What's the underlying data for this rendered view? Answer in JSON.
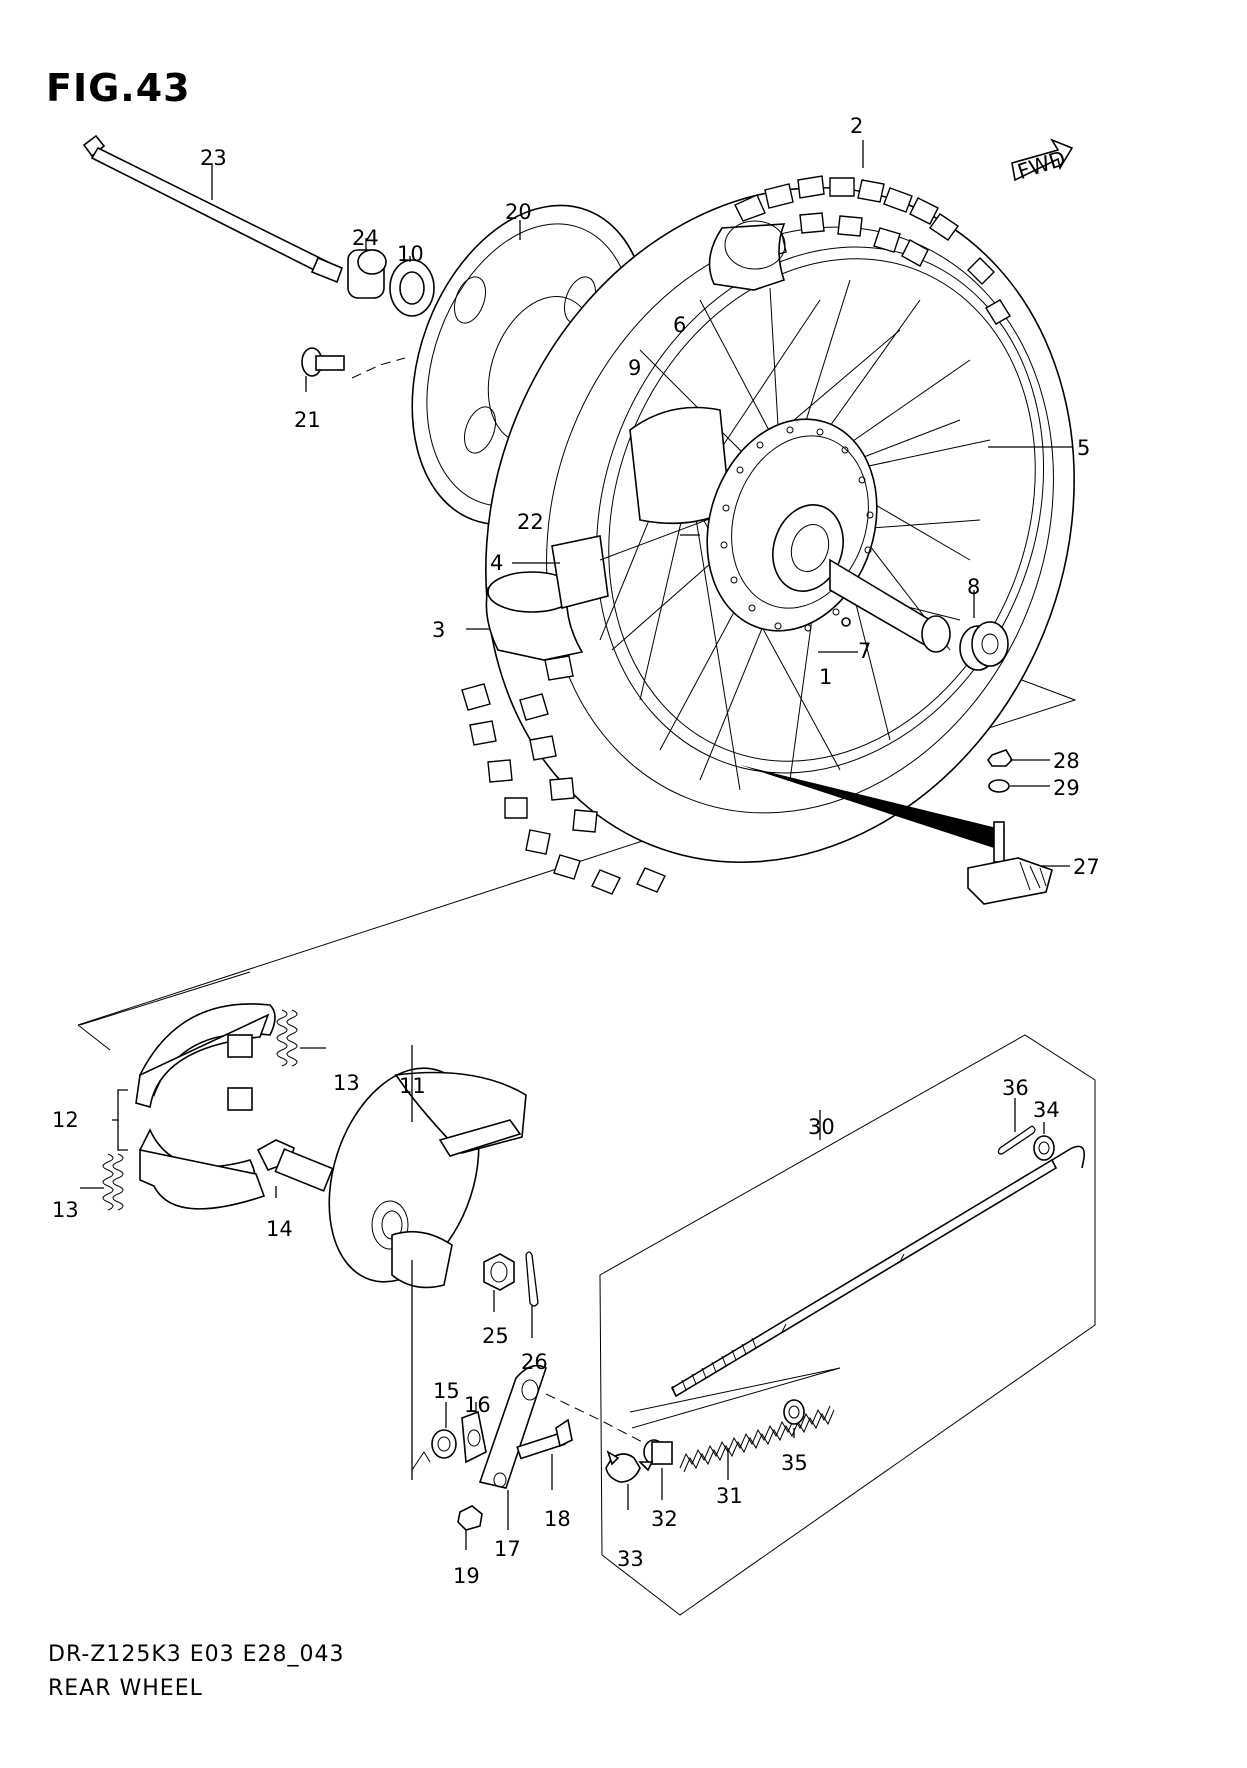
{
  "figure": {
    "title": "FIG.43",
    "footer_code": "DR-Z125K3 E03 E28_043",
    "footer_name": "REAR WHEEL",
    "direction_tag": "FWD"
  },
  "callouts": {
    "1": "1",
    "2": "2",
    "3": "3",
    "4": "4",
    "5": "5",
    "6": "6",
    "7": "7",
    "8": "8",
    "9": "9",
    "10": "10",
    "11": "11",
    "12": "12",
    "13a": "13",
    "13b": "13",
    "14": "14",
    "15": "15",
    "16": "16",
    "17": "17",
    "18": "18",
    "19": "19",
    "20": "20",
    "21": "21",
    "22": "22",
    "23": "23",
    "24": "24",
    "25": "25",
    "26": "26",
    "27": "27",
    "28": "28",
    "29": "29",
    "30": "30",
    "31": "31",
    "32": "32",
    "33": "33",
    "34": "34",
    "35": "35",
    "36": "36"
  }
}
